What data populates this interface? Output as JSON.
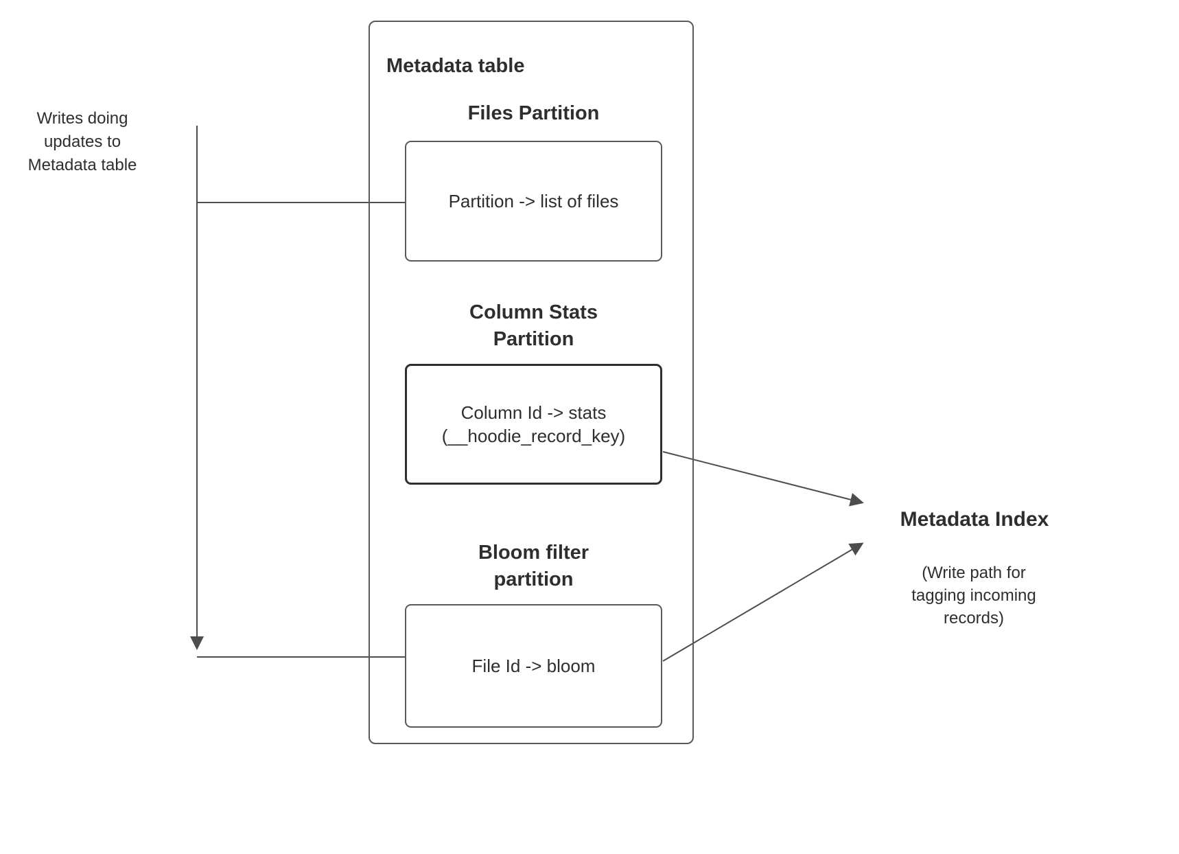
{
  "left_note": {
    "text": "Writes doing\nupdates to\nMetadata table"
  },
  "metadata_table": {
    "title": "Metadata table",
    "files_partition": {
      "heading": "Files Partition",
      "box_text": "Partition -> list of files"
    },
    "column_stats_partition": {
      "heading": "Column Stats\nPartition",
      "box_text": "Column Id  -> stats\n(__hoodie_record_key)"
    },
    "bloom_filter_partition": {
      "heading": "Bloom filter\npartition",
      "box_text": "File Id -> bloom"
    }
  },
  "metadata_index": {
    "title": "Metadata Index",
    "subtitle": "(Write path for\ntagging incoming\nrecords)"
  },
  "colors": {
    "text": "#2e2e2e",
    "box_border": "#595959",
    "emphasis_border": "#2e2e2e",
    "line": "#4d4d4d"
  }
}
